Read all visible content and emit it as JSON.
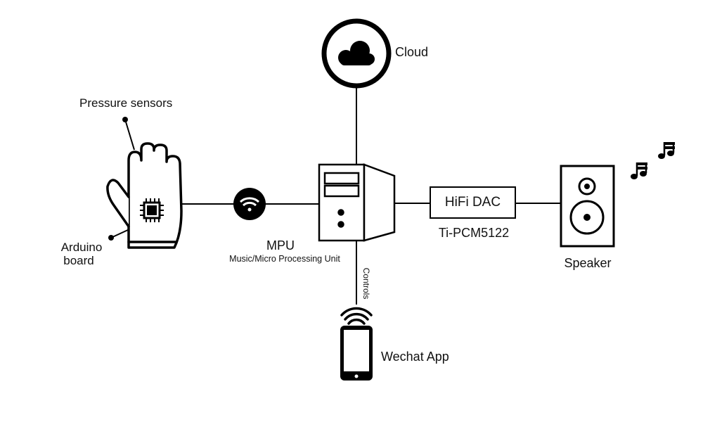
{
  "labels": {
    "cloud": "Cloud",
    "pressure_sensors": "Pressure sensors",
    "arduino_line1": "Arduino",
    "arduino_line2": "board",
    "mpu_title": "MPU",
    "mpu_subtitle": "Music/Micro Processing Unit",
    "dac": "HiFi DAC",
    "dac_chip": "Ti-PCM5122",
    "speaker": "Speaker",
    "controls": "Controls",
    "app": "Wechat App"
  },
  "icons": {
    "cloud": "cloud-icon",
    "glove": "glove-icon",
    "chip": "chip-icon",
    "wifi": "wifi-icon",
    "computer": "computer-tower-icon",
    "speaker": "speaker-icon",
    "notes": "music-note-icon",
    "phone": "smartphone-icon",
    "signal": "signal-icon"
  },
  "colors": {
    "stroke": "#000000",
    "background": "#ffffff"
  }
}
